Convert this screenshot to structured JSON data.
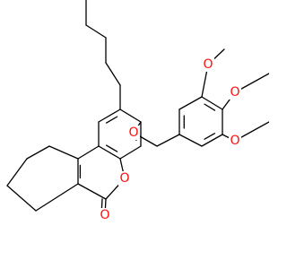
{
  "figure": {
    "type": "chemical-structure",
    "bond_color": "#000000",
    "heteroatom_color": "#ff0d0d",
    "background": "#ffffff"
  },
  "atom_labels": {
    "ring_ether_oxygen": "O",
    "carbonyl_oxygen": "O",
    "benzyl_ether_oxygen": "O",
    "methoxy_oxygen_top": "O",
    "methoxy_oxygen_middle": "O",
    "methoxy_oxygen_bottom": "O"
  }
}
